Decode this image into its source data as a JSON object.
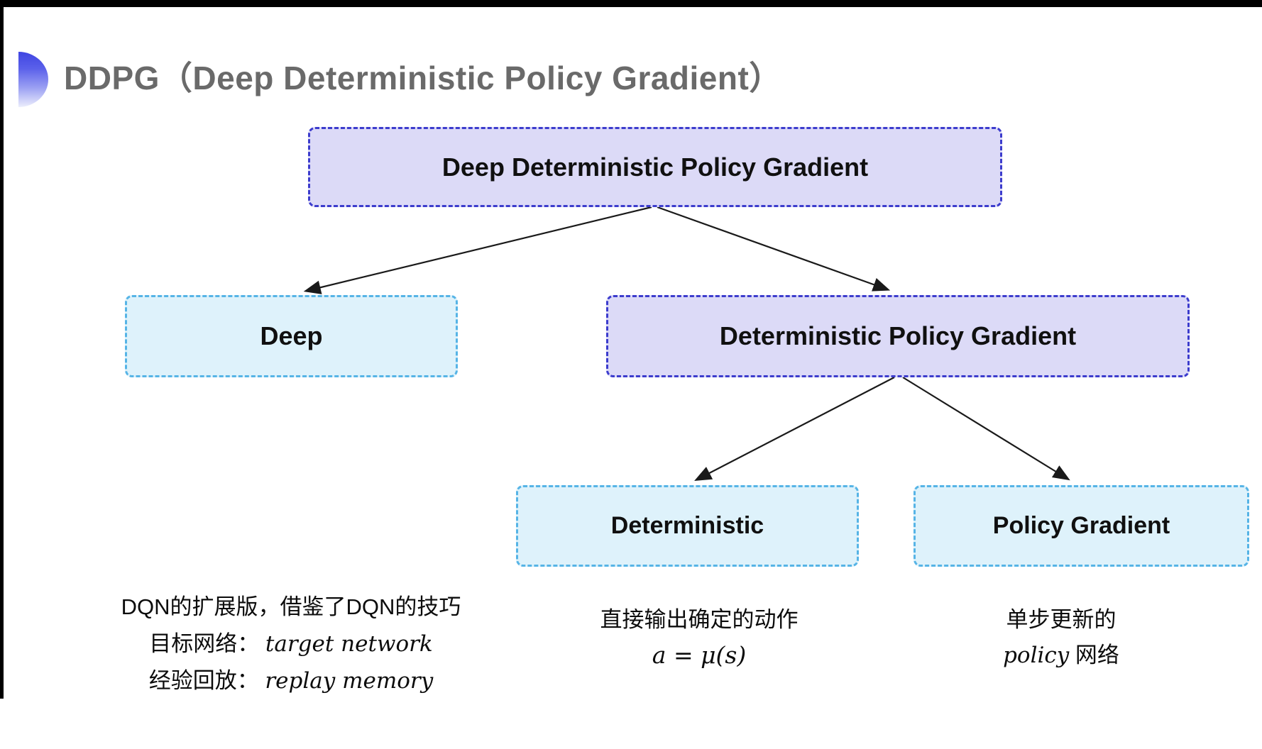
{
  "header": {
    "title": "DDPG（Deep Deterministic Policy Gradient）",
    "title_color": "#6a6a6a",
    "bullet_icon": "half-disc-gradient",
    "bullet_color_top": "#3f45e2",
    "bullet_color_bottom": "#eceefc"
  },
  "diagram": {
    "type": "tree",
    "nodes": [
      {
        "id": "ddpg",
        "label": "Deep Deterministic Policy Gradient",
        "variant": "lavender"
      },
      {
        "id": "deep",
        "label": "Deep",
        "variant": "cyan"
      },
      {
        "id": "dpg",
        "label": "Deterministic Policy Gradient",
        "variant": "lavender"
      },
      {
        "id": "deterministic",
        "label": "Deterministic",
        "variant": "cyan"
      },
      {
        "id": "policy-gradient",
        "label": "Policy Gradient",
        "variant": "cyan"
      }
    ],
    "edges": [
      {
        "from": "ddpg",
        "to": "deep"
      },
      {
        "from": "ddpg",
        "to": "dpg"
      },
      {
        "from": "dpg",
        "to": "deterministic"
      },
      {
        "from": "dpg",
        "to": "policy-gradient"
      }
    ],
    "colors": {
      "lavender_fill": "#dcdaf7",
      "lavender_border": "#3c3ccd",
      "cyan_fill": "#def2fb",
      "cyan_border": "#56b4e6",
      "arrow": "#1a1a1a",
      "node_text": "#101010"
    }
  },
  "notes": {
    "deep": {
      "line1": "DQN的扩展版，借鉴了DQN的技巧",
      "line2_label": "目标网络：",
      "line2_term": "target network",
      "line3_label": "经验回放：",
      "line3_term": "replay memory"
    },
    "deterministic": {
      "line1": "直接输出确定的动作",
      "formula": "a = μ(s)"
    },
    "policy_gradient": {
      "line1": "单步更新的",
      "line2_term": "policy",
      "line2_suffix": " 网络"
    }
  }
}
